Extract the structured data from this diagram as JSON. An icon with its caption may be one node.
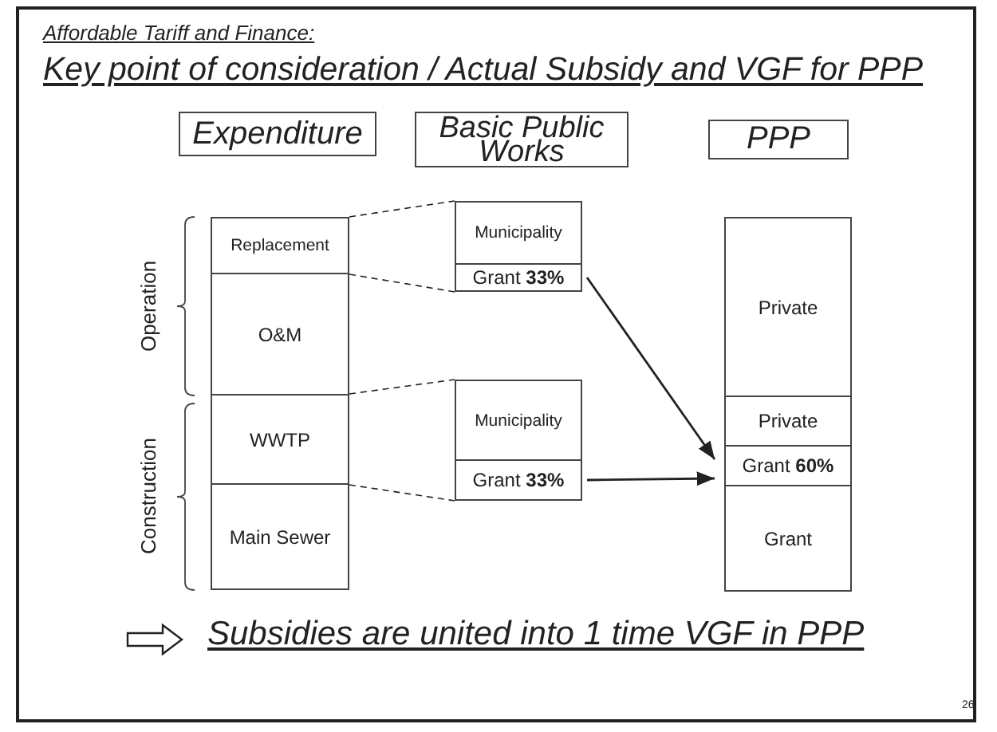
{
  "diagram": {
    "title": "Key point of consideration / Actual Subsidy and VGF for PPP",
    "caption": "Subsidies are united into 1 time VGF in PPP",
    "nodes": [
      {
        "text": [
          "Expenditure"
        ]
      },
      {
        "text": [
          "Basic Public Works"
        ]
      },
      {
        "text": [
          "PPP"
        ]
      },
      {
        "text": [
          "Replacement"
        ]
      },
      {
        "text": [
          "O&M"
        ]
      },
      {
        "text": [
          "WWTP"
        ]
      },
      {
        "text": [
          "Main Sewer"
        ]
      },
      {
        "text": [
          "Municipality"
        ]
      },
      {
        "text": [
          "Grant **33%**"
        ]
      },
      {
        "text": [
          "Municipality"
        ]
      },
      {
        "text": [
          "Grant **33%**"
        ]
      },
      {
        "text": [
          "Private"
        ]
      },
      {
        "text": [
          "Private"
        ]
      },
      {
        "text": [
          "Grant **60%**"
        ]
      },
      {
        "text": [
          "Grant"
        ]
      }
    ],
    "edges": [
      {
        "from": 3,
        "to": 7,
        "arrow": "none",
        "style": "dashed"
      },
      {
        "from": 3,
        "to": 8,
        "arrow": "none",
        "style": "dashed"
      },
      {
        "from": 5,
        "to": 9,
        "arrow": "none",
        "style": "dashed"
      },
      {
        "from": 5,
        "to": 10,
        "arrow": "none",
        "style": "dashed"
      },
      {
        "from": 8,
        "to": 13,
        "arrow": "to"
      },
      {
        "from": 10,
        "to": 13,
        "arrow": "to"
      }
    ],
    "labels": [
      "Affordable Tariff and Finance:",
      "Operation",
      "Construction",
      "26"
    ]
  }
}
